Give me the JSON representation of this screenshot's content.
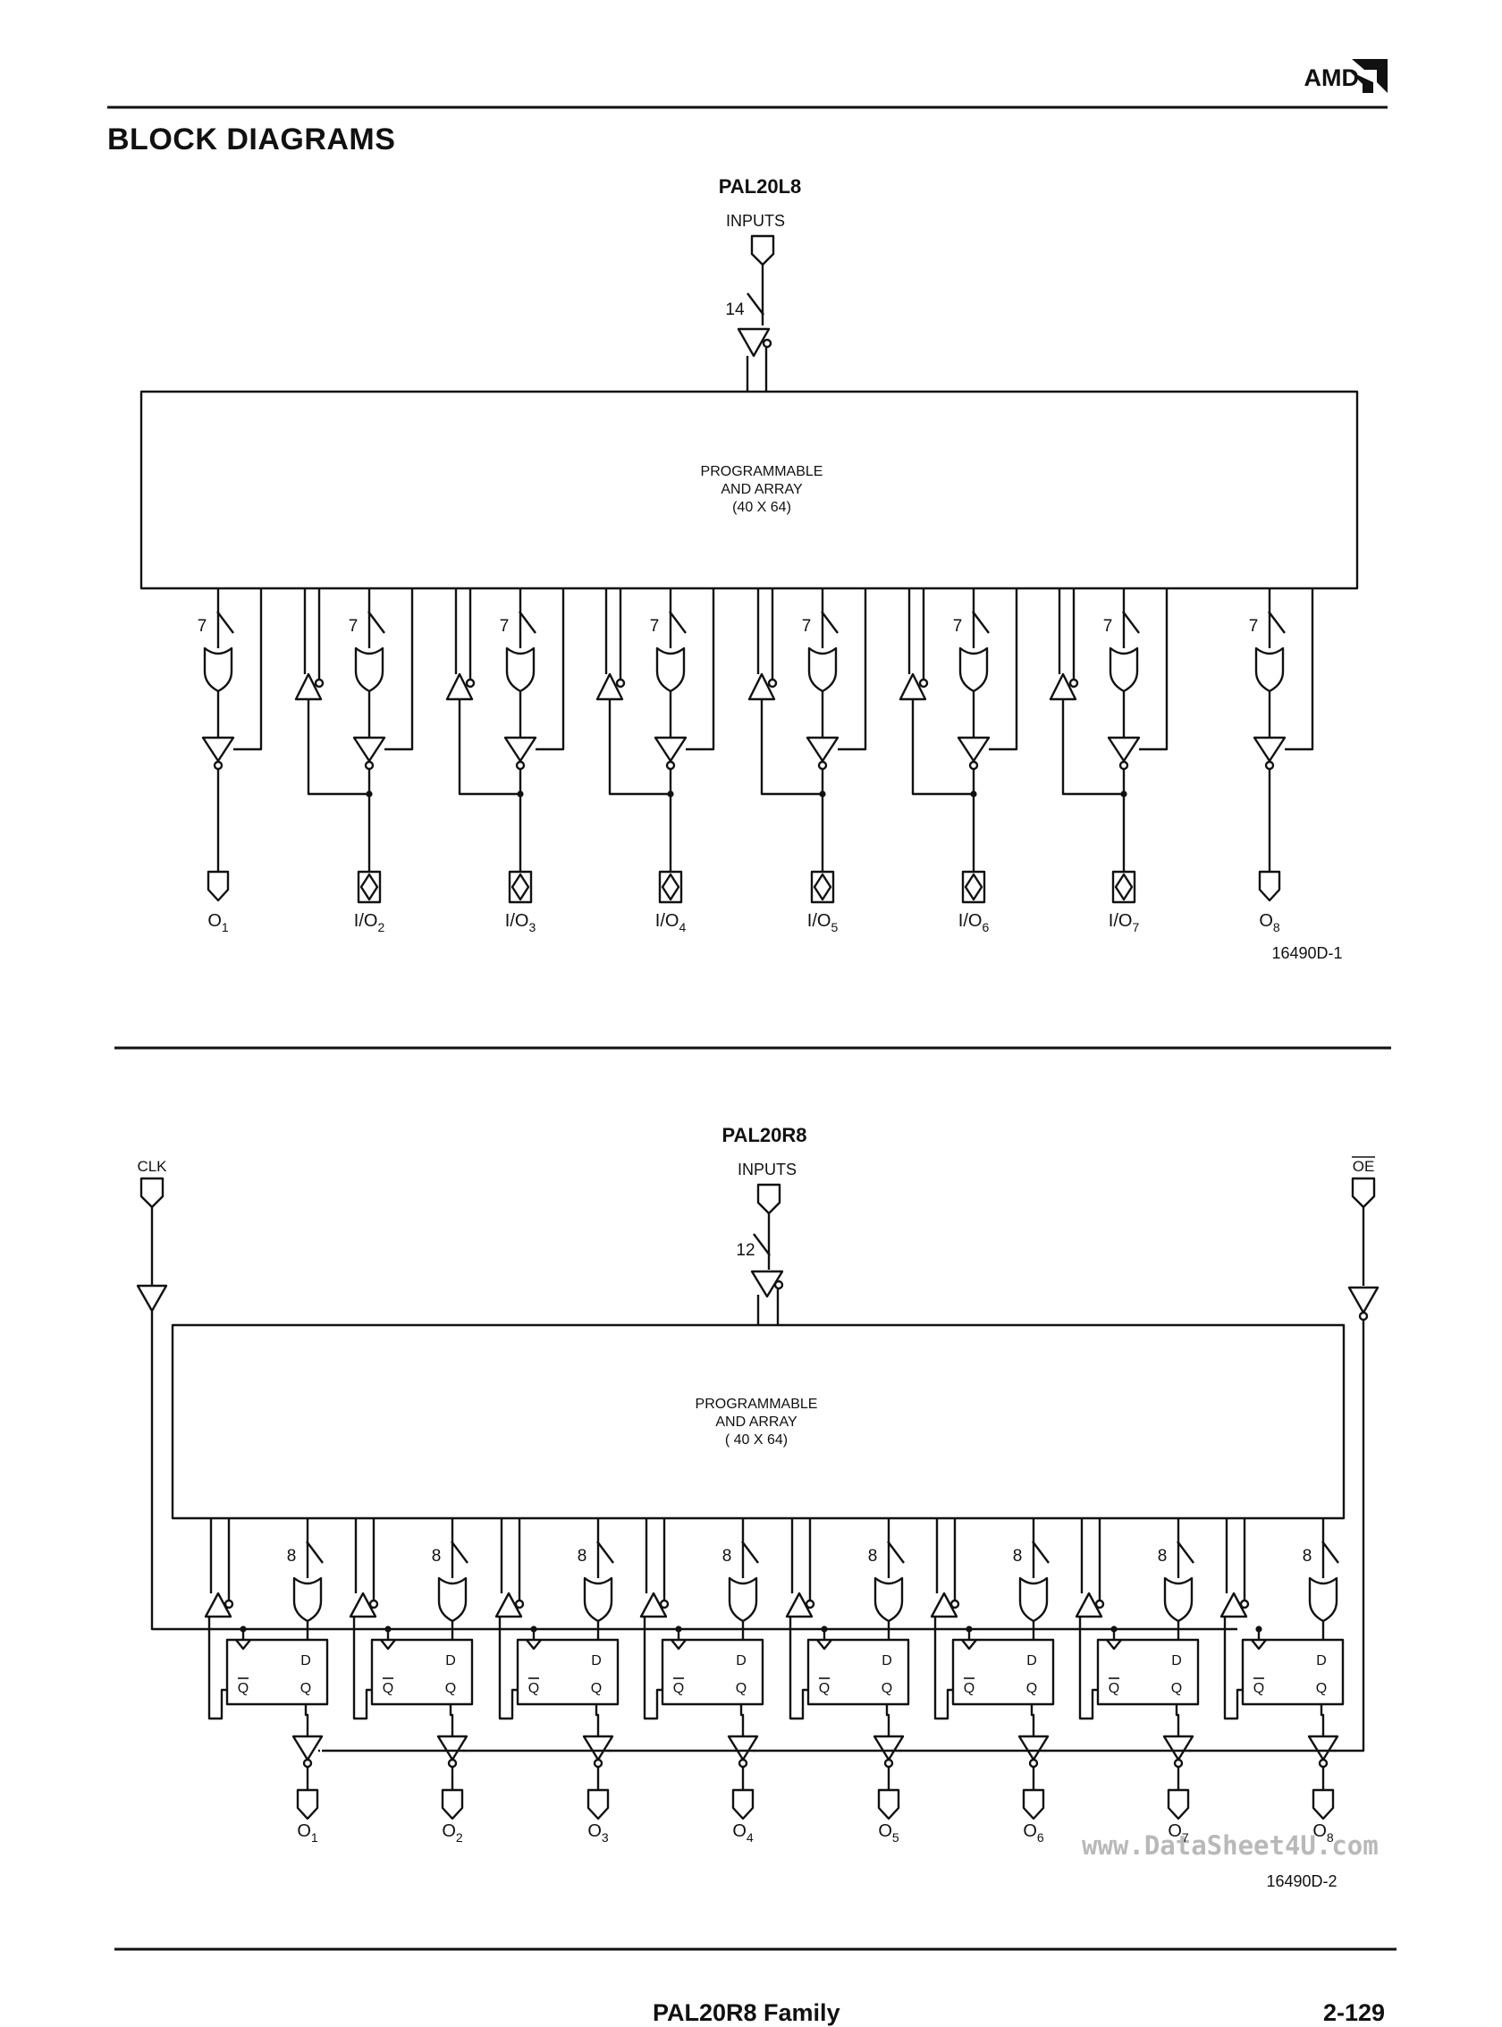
{
  "header": {
    "brand": "AMD",
    "section_title": "BLOCK DIAGRAMS"
  },
  "diagram1": {
    "title": "PAL20L8",
    "inputs_label": "INPUTS",
    "bus_width": "14",
    "array_label": [
      "PROGRAMMABLE",
      "AND ARRAY",
      "(40 X 64)"
    ],
    "or_width": "7",
    "outputs": [
      {
        "base": "O",
        "sub": "1",
        "type": "output"
      },
      {
        "base": "I/O",
        "sub": "2",
        "type": "io"
      },
      {
        "base": "I/O",
        "sub": "3",
        "type": "io"
      },
      {
        "base": "I/O",
        "sub": "4",
        "type": "io"
      },
      {
        "base": "I/O",
        "sub": "5",
        "type": "io"
      },
      {
        "base": "I/O",
        "sub": "6",
        "type": "io"
      },
      {
        "base": "I/O",
        "sub": "7",
        "type": "io"
      },
      {
        "base": "O",
        "sub": "8",
        "type": "output"
      }
    ],
    "figure_id": "16490D-1"
  },
  "diagram2": {
    "title": "PAL20R8",
    "inputs_label": "INPUTS",
    "clk_label": "CLK",
    "oe_label": "OE",
    "bus_width": "12",
    "array_label": [
      "PROGRAMMABLE",
      "AND ARRAY",
      "( 40 X 64)"
    ],
    "or_width": "8",
    "ff_d": "D",
    "ff_q": "Q",
    "ff_qbar": "Q",
    "outputs": [
      {
        "base": "O",
        "sub": "1"
      },
      {
        "base": "O",
        "sub": "2"
      },
      {
        "base": "O",
        "sub": "3"
      },
      {
        "base": "O",
        "sub": "4"
      },
      {
        "base": "O",
        "sub": "5"
      },
      {
        "base": "O",
        "sub": "6"
      },
      {
        "base": "O",
        "sub": "7"
      },
      {
        "base": "O",
        "sub": "8"
      }
    ],
    "figure_id": "16490D-2"
  },
  "footer": {
    "title": "PAL20R8 Family",
    "page": "2-129"
  },
  "watermark": "www.DataSheet4U.com"
}
